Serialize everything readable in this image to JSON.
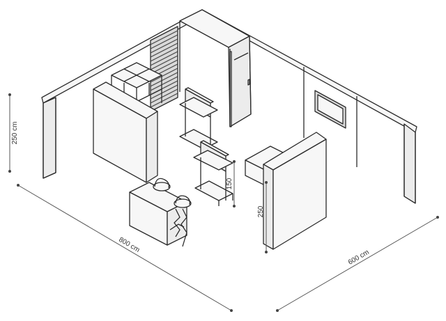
{
  "dimensions": {
    "width_label": "800 cm",
    "depth_label": "600 cm",
    "wall_height_label": "250 cm",
    "partition_height_label": "250",
    "shelf_height_label": "150"
  },
  "colors": {
    "line": "#2b2b2b",
    "wall_face": "#f7f7f7",
    "wall_side": "#ececec",
    "background": "#ffffff"
  }
}
